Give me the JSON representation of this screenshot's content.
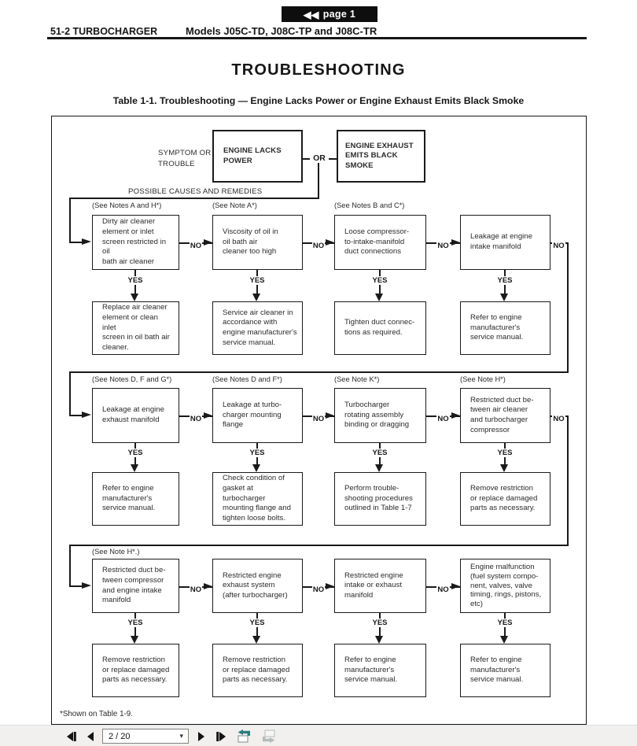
{
  "badge": {
    "arrows": "◀◀",
    "label": "page 1"
  },
  "header": {
    "left": "51-2 TURBOCHARGER",
    "center": "Models J05C-TD, J08C-TP and J08C-TR"
  },
  "title": "TROUBLESHOOTING",
  "table_caption": "Table 1-1.  Troubleshooting — Engine Lacks Power or Engine Exhaust Emits Black Smoke",
  "flowchart": {
    "symptom_label": "SYMPTOM OR\nTROUBLE",
    "or_label": "OR",
    "causes_label": "POSSIBLE CAUSES AND REMEDIES",
    "yes_label": "YES",
    "no_label": "NO",
    "symptoms": [
      "ENGINE LACKS\nPOWER",
      "ENGINE EXHAUST\nEMITS BLACK SMOKE"
    ],
    "rows": [
      {
        "cols": [
          {
            "note": "(See Notes A and H*)",
            "cause": "Dirty air cleaner\nelement or inlet\nscreen restricted in oil\nbath air cleaner",
            "remedy": "Replace air cleaner\nelement or clean inlet\nscreen in oil bath air\ncleaner."
          },
          {
            "note": "(See Note A*)",
            "cause": "Viscosity of oil in\noil bath air\ncleaner too high",
            "remedy": "Service air cleaner in\naccordance with\nengine manufacturer's\nservice manual."
          },
          {
            "note": "(See Notes B and C*)",
            "cause": "Loose compressor-\nto-intake-manifold\nduct connections",
            "remedy": "Tighten duct connec-\ntions as required."
          },
          {
            "note": "",
            "cause": "Leakage at engine\nintake manifold",
            "remedy": "Refer to engine\nmanufacturer's\nservice manual."
          }
        ]
      },
      {
        "cols": [
          {
            "note": "(See Notes D, F and G*)",
            "cause": "Leakage at engine\nexhaust manifold",
            "remedy": "Refer to engine\nmanufacturer's\nservice manual."
          },
          {
            "note": "(See Notes D and F*)",
            "cause": "Leakage at turbo-\ncharger mounting\nflange",
            "remedy": "Check condition of\ngasket at turbocharger\nmounting flange and\ntighten loose bolts."
          },
          {
            "note": "(See Note K*)",
            "cause": "Turbocharger\nrotating assembly\nbinding or dragging",
            "remedy": "Perform trouble-\nshooting procedures\noutlined in Table 1-7"
          },
          {
            "note": "(See Note H*)",
            "cause": "Restricted duct be-\ntween air cleaner\nand turbocharger\ncompressor",
            "remedy": "Remove restriction\nor replace damaged\nparts as necessary."
          }
        ]
      },
      {
        "cols": [
          {
            "note": "(See Note H*.)",
            "cause": "Restricted duct be-\ntween compressor\nand engine intake\nmanifold",
            "remedy": "Remove restriction\nor replace damaged\nparts as necessary."
          },
          {
            "note": "",
            "cause": "Restricted engine\nexhaust system\n(after turbocharger)",
            "remedy": "Remove restriction\nor replace damaged\nparts as necessary."
          },
          {
            "note": "",
            "cause": "Restricted engine\nintake or exhaust\nmanifold",
            "remedy": "Refer to engine\nmanufacturer's\nservice manual."
          },
          {
            "note": "",
            "cause": "Engine malfunction\n(fuel system compo-\nnent, valves, valve\ntiming, rings, pistons,\netc)",
            "remedy": "Refer to engine\nmanufacturer's\nservice manual."
          }
        ]
      }
    ],
    "footnote": "*Shown on Table 1-9."
  },
  "toolbar": {
    "page_indicator": "2 / 20",
    "dropdown_caret": "▾"
  },
  "colors": {
    "badge_bg": "#0e0e0e",
    "active_view_icon": "#2e7d7d",
    "disabled_view_icon": "#b3bbbb"
  }
}
